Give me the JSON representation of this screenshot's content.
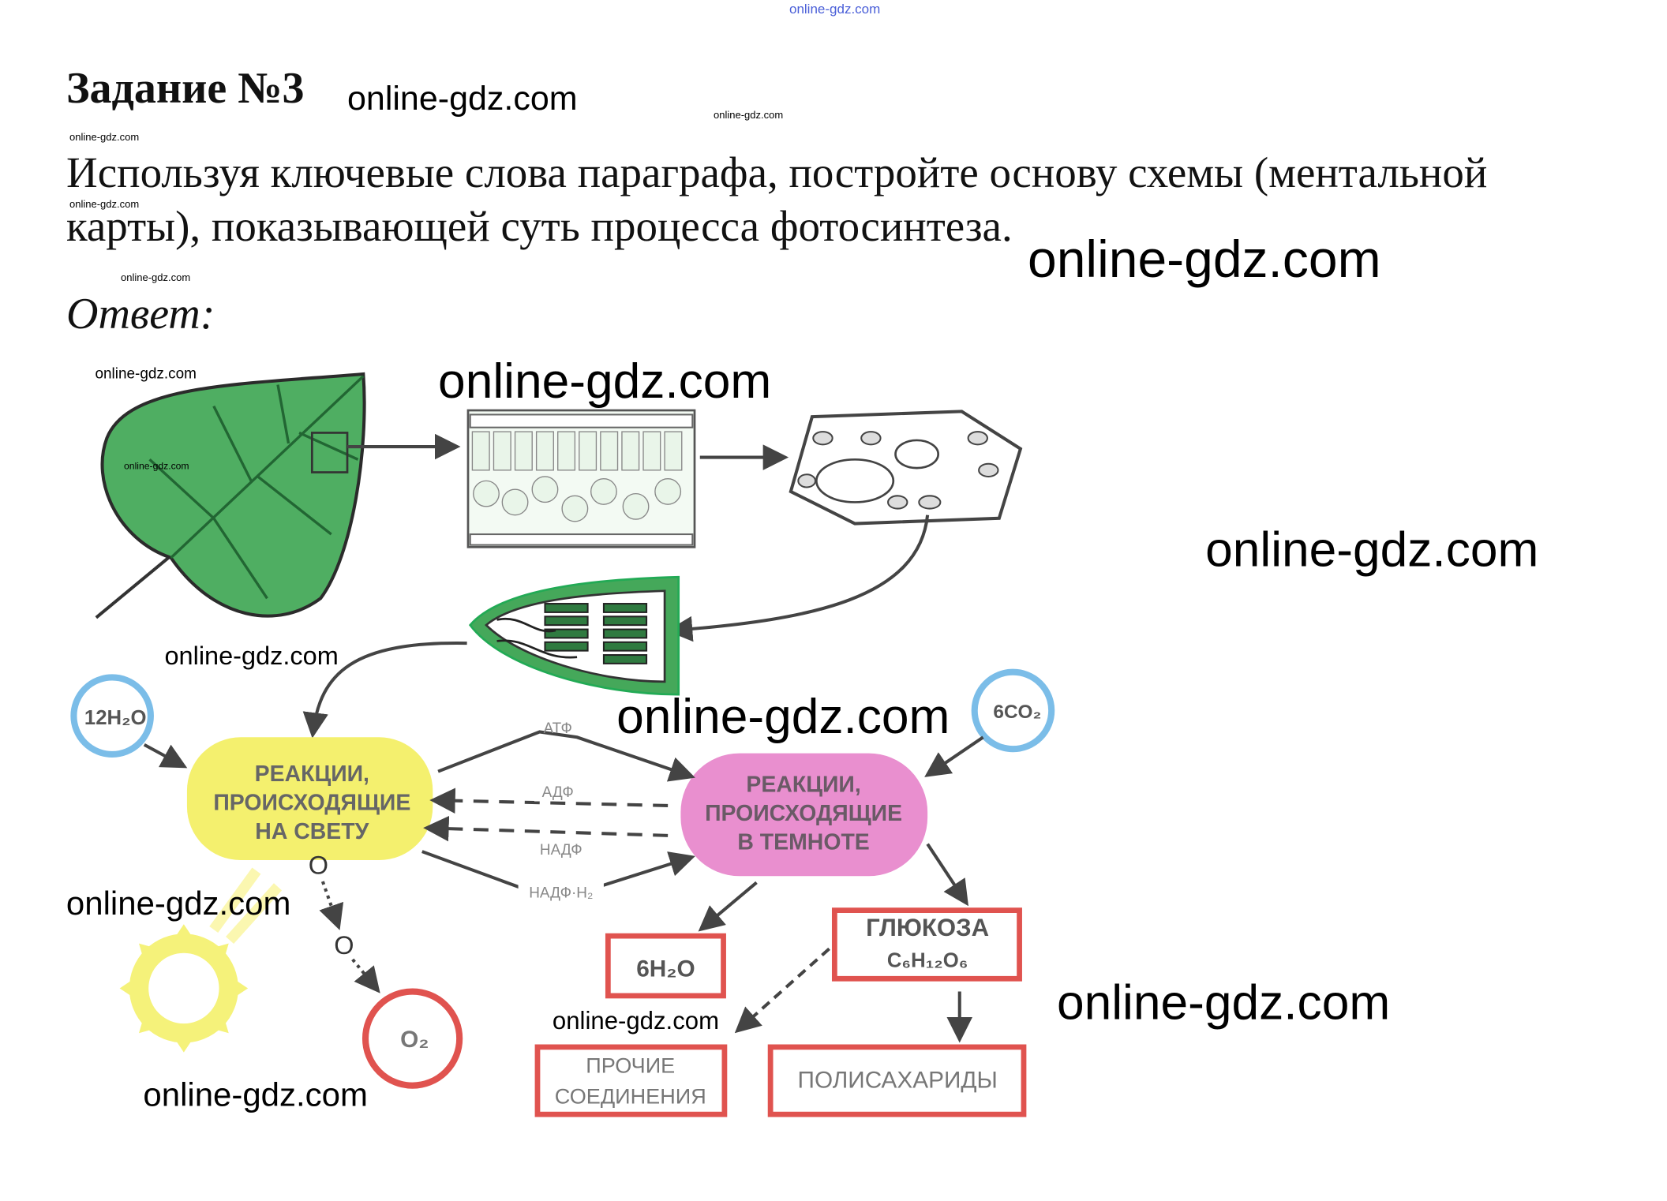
{
  "header": {
    "top_watermark": "online-gdz.com"
  },
  "task": {
    "title": "Задание №3",
    "question_line1": "Используя ключевые слова параграфа, постройте основу схемы (ментальной",
    "question_line2": "карты), показывающей суть процесса фотосинтеза.",
    "answer_label": "Ответ:"
  },
  "watermarks": {
    "w_title": "online-gdz.com",
    "w_s1": "online-gdz.com",
    "w_s2": "online-gdz.com",
    "w_s3": "online-gdz.com",
    "w_s4": "online-gdz.com",
    "w_s5": "online-gdz.com",
    "w_s6": "online-gdz.com",
    "w_big1": "online-gdz.com",
    "w_big2": "online-gdz.com",
    "w_big3": "online-gdz.com",
    "w_big4": "online-gdz.com",
    "w_big5": "online-gdz.com",
    "w_m1": "online-gdz.com",
    "w_m2": "online-gdz.com",
    "w_m3": "online-gdz.com",
    "w_m4": "online-gdz.com"
  },
  "diagram": {
    "water_in": "12H₂O",
    "co2_in": "6CO₂",
    "light_reactions": [
      "РЕАКЦИИ,",
      "ПРОИСХОДЯЩИЕ",
      "НА СВЕТУ"
    ],
    "dark_reactions": [
      "РЕАКЦИИ,",
      "ПРОИСХОДЯЩИЕ",
      "В ТЕМНОТЕ"
    ],
    "atp": "АТФ",
    "adp": "АДФ",
    "nadp": "НАДФ",
    "nadph": "НАДФ·H₂",
    "oxygen_atom1": "O",
    "oxygen_atom2": "O",
    "oxygen_out": "O₂",
    "water_out": "6H₂O",
    "glucose": "ГЛЮКОЗА",
    "glucose_formula": "C₆H₁₂O₆",
    "other_compounds": [
      "ПРОЧИЕ",
      "СОЕДИНЕНИЯ"
    ],
    "polysaccharides": "ПОЛИСАХАРИДЫ",
    "colors": {
      "leaf": "#4fae62",
      "light": "#f4f06e",
      "dark": "#e98fcf",
      "water": "#7bbde8",
      "box": "#e0534f",
      "arrow": "#444444"
    }
  }
}
